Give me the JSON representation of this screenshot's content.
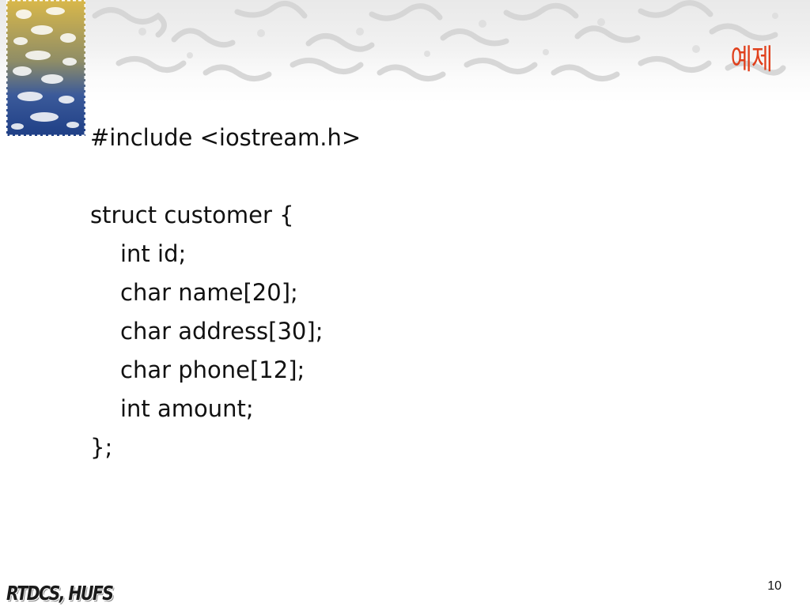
{
  "slide": {
    "title": "예제",
    "page_number": "10",
    "footer_logo": "RTDCS, HUFS"
  },
  "code": {
    "lines": [
      "#include <iostream.h>",
      "",
      "struct customer {",
      "int id;",
      "char name[20];",
      "char address[30];",
      "char phone[12];",
      "int amount;",
      "};"
    ]
  },
  "colors": {
    "title": "#e0401c",
    "ornament_gold": "#d9b84a",
    "ornament_blue": "#1f3f86"
  }
}
